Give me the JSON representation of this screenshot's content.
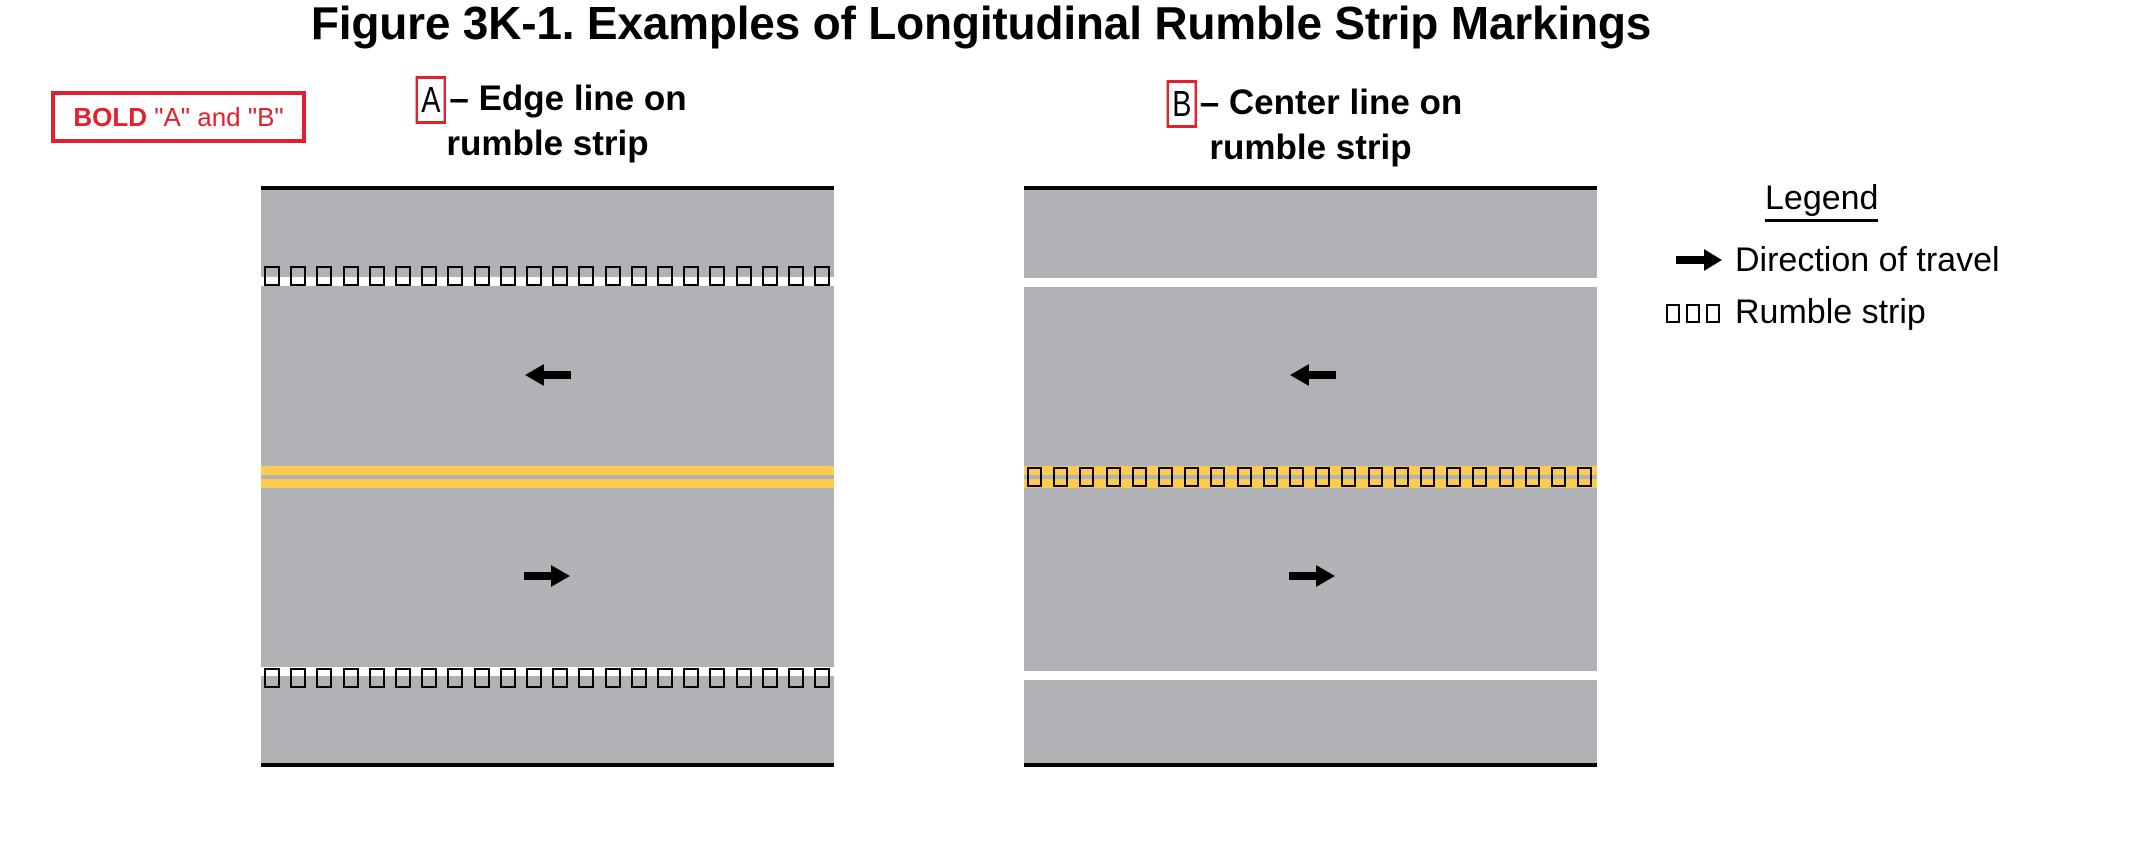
{
  "title": "Figure 3K-1.  Examples of Longitudinal Rumble Strip Markings",
  "note": {
    "bold_part": "BOLD",
    "rest": " \"A\" and \"B\"",
    "color": "#e3202b"
  },
  "panels": [
    {
      "letter": "A",
      "heading_line1": "– Edge line on",
      "heading_line2": "rumble strip",
      "rumble_location": "edge lines",
      "rumble_rows": 2,
      "rumbles_per_row": 22,
      "center_line": "double yellow",
      "lanes": [
        {
          "direction": "left"
        },
        {
          "direction": "right"
        }
      ]
    },
    {
      "letter": "B",
      "heading_line1": "– Center line on",
      "heading_line2": "rumble strip",
      "rumble_location": "center line",
      "rumble_rows": 1,
      "rumbles_per_row": 22,
      "center_line": "double yellow",
      "lanes": [
        {
          "direction": "left"
        },
        {
          "direction": "right"
        }
      ]
    }
  ],
  "legend": {
    "title": "Legend",
    "items": [
      {
        "icon": "arrow-right-icon",
        "label": "Direction of travel"
      },
      {
        "icon": "rumble-strip-icon",
        "label": "Rumble strip"
      }
    ]
  },
  "colors": {
    "pavement": "#b1b2b6",
    "yellow_line": "#ffcb4c",
    "white_line": "#ffffff",
    "highlight_red": "#e3202b"
  }
}
